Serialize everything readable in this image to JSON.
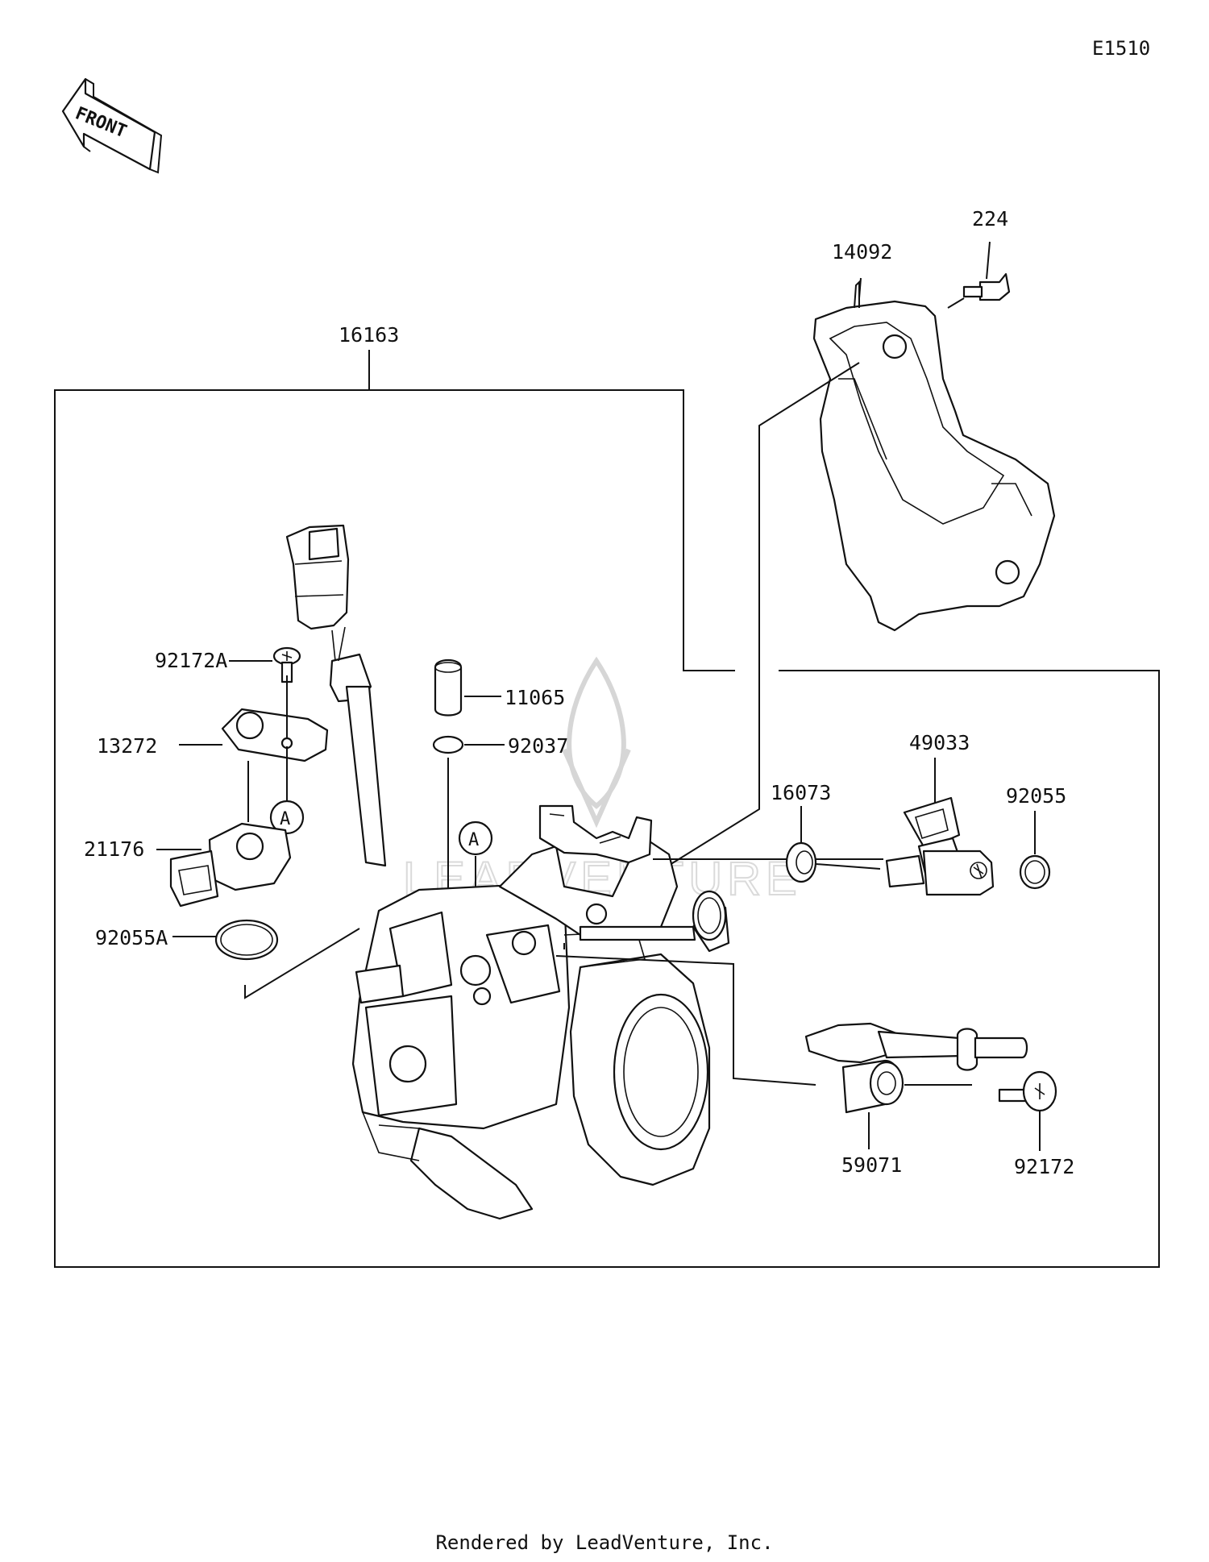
{
  "diagram_code": "E1510",
  "front_label": "FRONT",
  "ref_marker": "A",
  "footer": "Rendered by LeadVenture, Inc.",
  "watermark": "LEADVENTURE",
  "parts": {
    "p224": "224",
    "p14092": "14092",
    "p16163": "16163",
    "p92172A": "92172A",
    "p13272": "13272",
    "p21176": "21176",
    "p92055A": "92055A",
    "p11065": "11065",
    "p92037": "92037",
    "p49033": "49033",
    "p16073": "16073",
    "p92055": "92055",
    "p59071": "59071",
    "p92172": "92172"
  }
}
